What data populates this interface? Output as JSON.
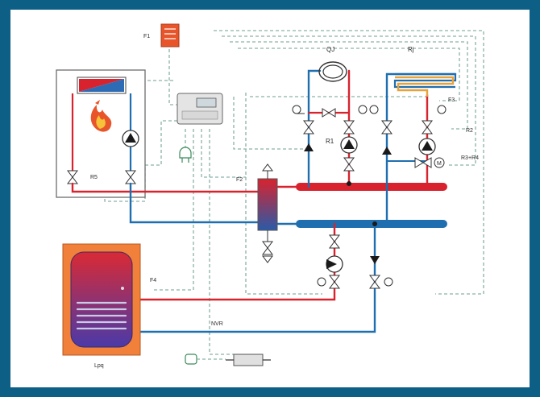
{
  "labels": {
    "f1": "F1",
    "f2": "F2",
    "f3": "F3",
    "f4": "F4",
    "r1": "R1",
    "r2": "R2",
    "r3r4": "R3+R4",
    "r5": "R5",
    "qj": "QJ",
    "rj": "Rj",
    "nvr": "NVR",
    "tank": "Lpq"
  },
  "colors": {
    "frame": "#0e5f86",
    "hot_pipe": "#d8232e",
    "cold_pipe": "#1f6fb0",
    "dashed_wire": "#8ab2a8",
    "boiler_outline": "#555555",
    "tank_outer": "#f0803a"
  }
}
